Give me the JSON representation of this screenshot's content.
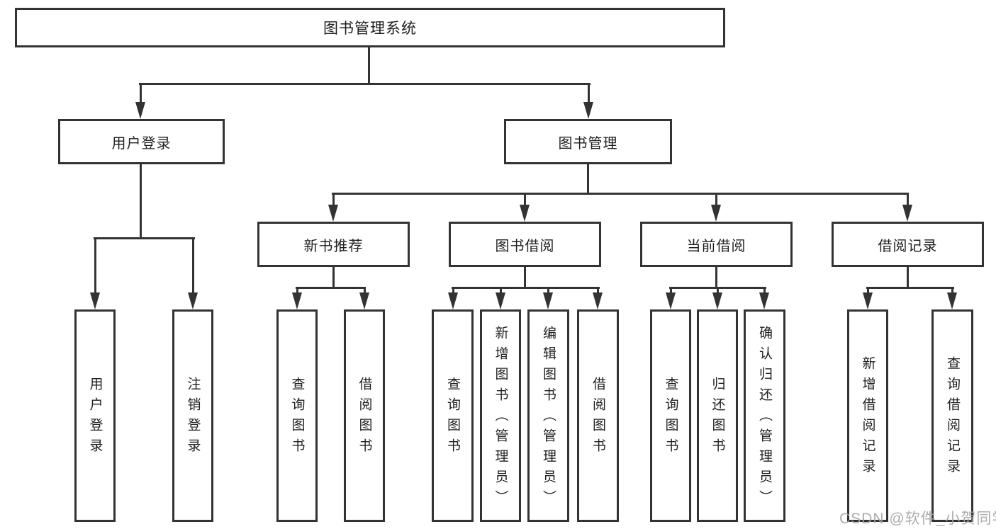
{
  "diagram": {
    "root": {
      "label": "图书管理系统"
    },
    "level1": [
      {
        "label": "用户登录"
      },
      {
        "label": "图书管理"
      }
    ],
    "level2": [
      {
        "label": "新书推荐"
      },
      {
        "label": "图书借阅"
      },
      {
        "label": "当前借阅"
      },
      {
        "label": "借阅记录"
      }
    ],
    "leaves": {
      "login": [
        {
          "label": "用户登录"
        },
        {
          "label": "注销登录"
        }
      ],
      "recommend": [
        {
          "label": "查询图书"
        },
        {
          "label": "借阅图书"
        }
      ],
      "borrow": [
        {
          "label": "查询图书"
        },
        {
          "label": "新增图书（管理员）"
        },
        {
          "label": "编辑图书（管理员）"
        },
        {
          "label": "借阅图书"
        }
      ],
      "current": [
        {
          "label": "查询图书"
        },
        {
          "label": "归还图书"
        },
        {
          "label": "确认归还（管理员）"
        }
      ],
      "records": [
        {
          "label": "新增借阅记录"
        },
        {
          "label": "查询借阅记录"
        }
      ]
    }
  },
  "watermark": {
    "text": "CSDN @软件_小贺同学",
    "color": "#a4a4a4"
  },
  "colors": {
    "line": "#333333",
    "border": "#333333",
    "text": "#1f1f1f",
    "background": "#ffffff"
  }
}
